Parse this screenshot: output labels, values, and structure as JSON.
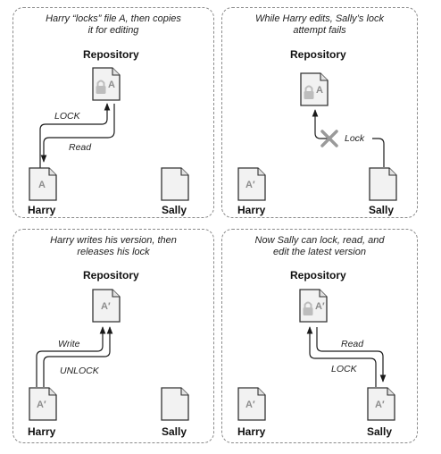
{
  "panels": [
    {
      "caption": "Harry “locks” file A, then copies\nit for editing",
      "repository_label": "Repository",
      "repository_file": "A",
      "repository_locked": true,
      "harry_label": "Harry",
      "harry_file": "A",
      "sally_label": "Sally",
      "sally_file": "",
      "arrows": [
        "LOCK",
        "Read"
      ]
    },
    {
      "caption": "While Harry edits, Sally’s lock\nattempt fails",
      "repository_label": "Repository",
      "repository_file": "A",
      "repository_locked": true,
      "harry_label": "Harry",
      "harry_file": "A′",
      "sally_label": "Sally",
      "sally_file": "",
      "arrows": [
        "Lock"
      ]
    },
    {
      "caption": "Harry writes his version, then\nreleases his lock",
      "repository_label": "Repository",
      "repository_file": "A′",
      "repository_locked": false,
      "harry_label": "Harry",
      "harry_file": "A′",
      "sally_label": "Sally",
      "sally_file": "",
      "arrows": [
        "Write",
        "UNLOCK"
      ]
    },
    {
      "caption": "Now Sally can lock, read, and\nedit the latest version",
      "repository_label": "Repository",
      "repository_file": "A′",
      "repository_locked": true,
      "harry_label": "Harry",
      "harry_file": "A′",
      "sally_label": "Sally",
      "sally_file": "A′",
      "arrows": [
        "Read",
        "LOCK"
      ]
    }
  ],
  "icons": {
    "document": "document-icon",
    "padlock": "padlock-icon",
    "failure_mark": "x-mark-icon"
  },
  "colors": {
    "border": "#8a8a8a",
    "doc_fill": "#f2f2f2",
    "doc_stroke": "#333333",
    "lock_fill": "#bdbdbd",
    "x_mark": "#9a9a9a"
  }
}
